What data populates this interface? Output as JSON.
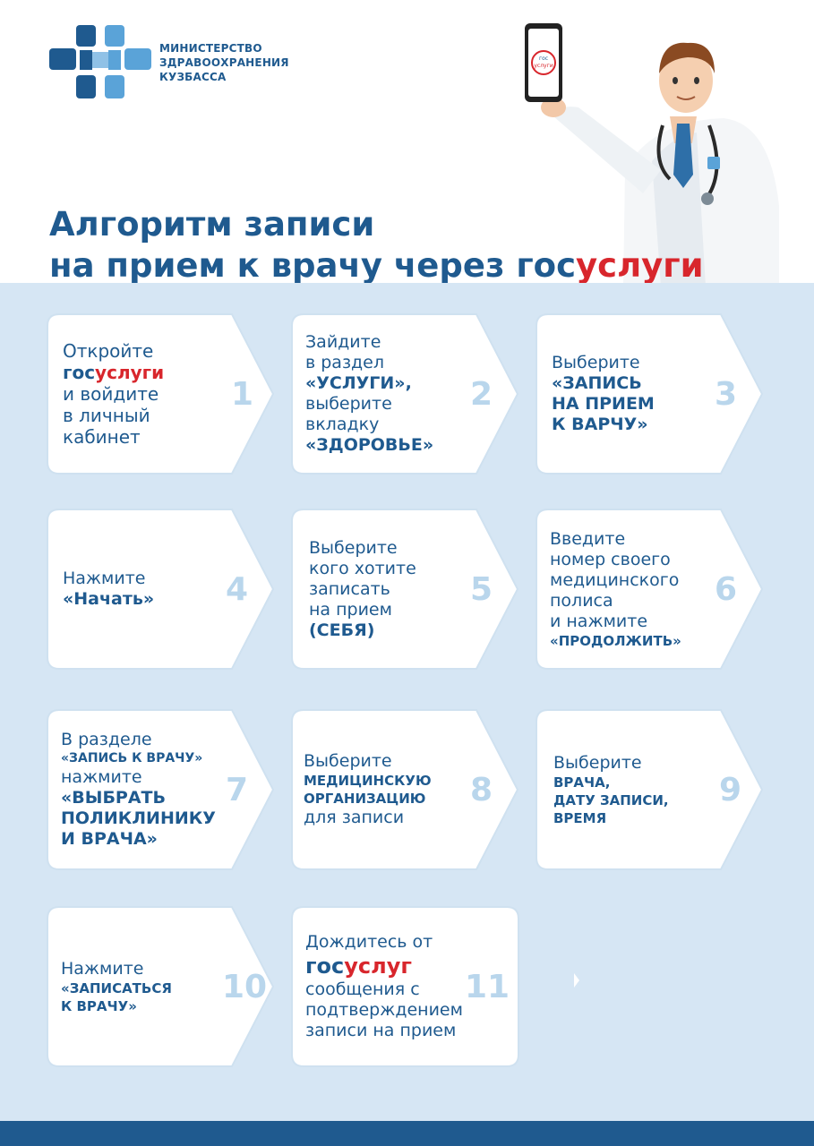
{
  "header": {
    "ministry_lines": [
      "МИНИСТЕРСТВО",
      "ЗДРАВООХРАНЕНИЯ",
      "КУЗБАССА"
    ],
    "phone_logo_top": "гос",
    "phone_logo_bottom": "услуги"
  },
  "title": {
    "line1": "Алгоритм записи",
    "line2_prefix": "на прием к врачу через гос",
    "line2_accent": "услуги"
  },
  "colors": {
    "brand_blue": "#1f5a8f",
    "accent_red": "#d8262c",
    "panel_bg": "#d6e6f4",
    "number_color": "#b9d6ec"
  },
  "steps": [
    {
      "number": "1",
      "lines": [
        "Откройте",
        "гос|услуги",
        "и войдите",
        "в личный",
        "кабинет"
      ]
    },
    {
      "number": "2",
      "lines": [
        "Зайдите",
        "в раздел",
        "«УСЛУГИ»,",
        "выберите",
        "вкладку",
        "«ЗДОРОВЬЕ»"
      ]
    },
    {
      "number": "3",
      "lines": [
        "Выберите",
        "«ЗАПИСЬ",
        "НА ПРИЕМ",
        "К ВАРЧУ»"
      ]
    },
    {
      "number": "4",
      "lines": [
        "Нажмите",
        "«Начать»"
      ]
    },
    {
      "number": "5",
      "lines": [
        "Выберите",
        "кого хотите",
        "записать",
        "на прием",
        "(СЕБЯ)"
      ]
    },
    {
      "number": "6",
      "lines": [
        "Введите",
        "номер своего",
        "медицинского",
        "полиса",
        "и нажмите",
        "«ПРОДОЛЖИТЬ»"
      ]
    },
    {
      "number": "7",
      "lines": [
        "В разделе",
        "«ЗАПИСЬ К ВРАЧУ»",
        "нажмите",
        "«ВЫБРАТЬ",
        "ПОЛИКЛИНИКУ",
        "И ВРАЧА»"
      ]
    },
    {
      "number": "8",
      "lines": [
        "Выберите",
        "МЕДИЦИНСКУЮ",
        "ОРГАНИЗАЦИЮ",
        "для записи"
      ]
    },
    {
      "number": "9",
      "lines": [
        "Выберите",
        "ВРАЧА,",
        "ДАТУ ЗАПИСИ,",
        "ВРЕМЯ"
      ]
    },
    {
      "number": "10",
      "lines": [
        "Нажмите",
        "«ЗАПИСАТЬСЯ",
        "К ВРАЧУ»"
      ]
    },
    {
      "number": "11",
      "lines": [
        "Дождитесь от",
        "гос|услуг",
        "сообщения с",
        "подтверждением",
        "записи на прием"
      ]
    }
  ]
}
